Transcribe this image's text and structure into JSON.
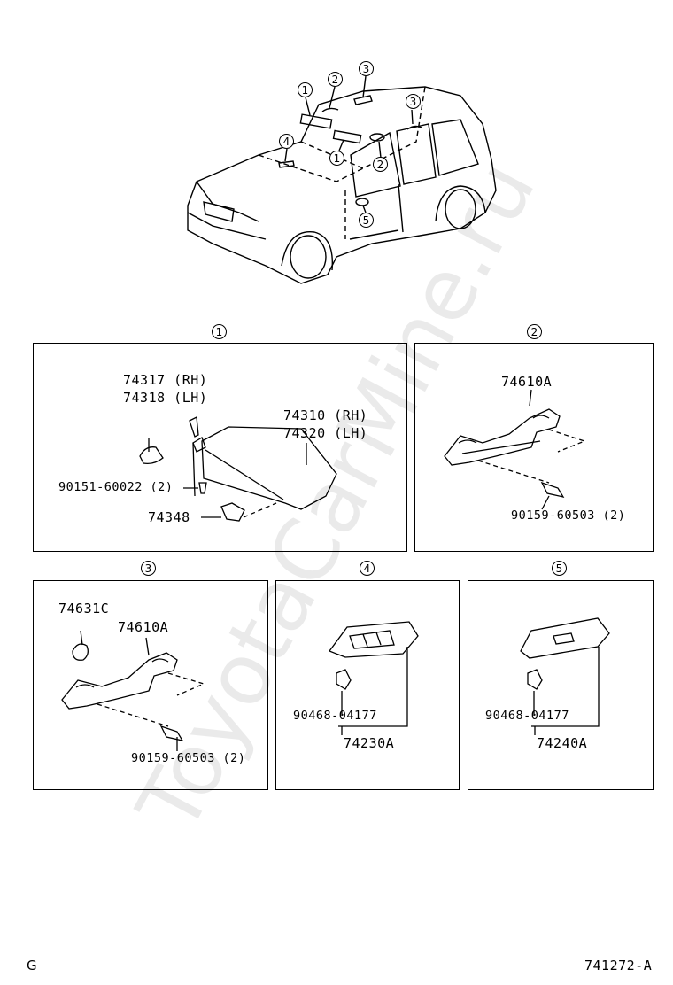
{
  "watermark": "ToyotaCarMine.ru",
  "overview": {
    "callouts": [
      "1",
      "2",
      "3",
      "4",
      "1",
      "2",
      "3",
      "5"
    ]
  },
  "panels": [
    {
      "id": "1",
      "labels": [
        "74317 (RH)",
        "74318 (LH)",
        "74310 (RH)",
        "74320 (LH)",
        "90151-60022 (2)",
        "74348"
      ]
    },
    {
      "id": "2",
      "labels": [
        "74610A",
        "90159-60503 (2)"
      ]
    },
    {
      "id": "3",
      "labels": [
        "74631C",
        "74610A",
        "90159-60503 (2)"
      ]
    },
    {
      "id": "4",
      "labels": [
        "90468-04177",
        "74230A"
      ]
    },
    {
      "id": "5",
      "labels": [
        "90468-04177",
        "74240A"
      ]
    }
  ],
  "footer": {
    "left": "G",
    "right": "741272-A"
  }
}
